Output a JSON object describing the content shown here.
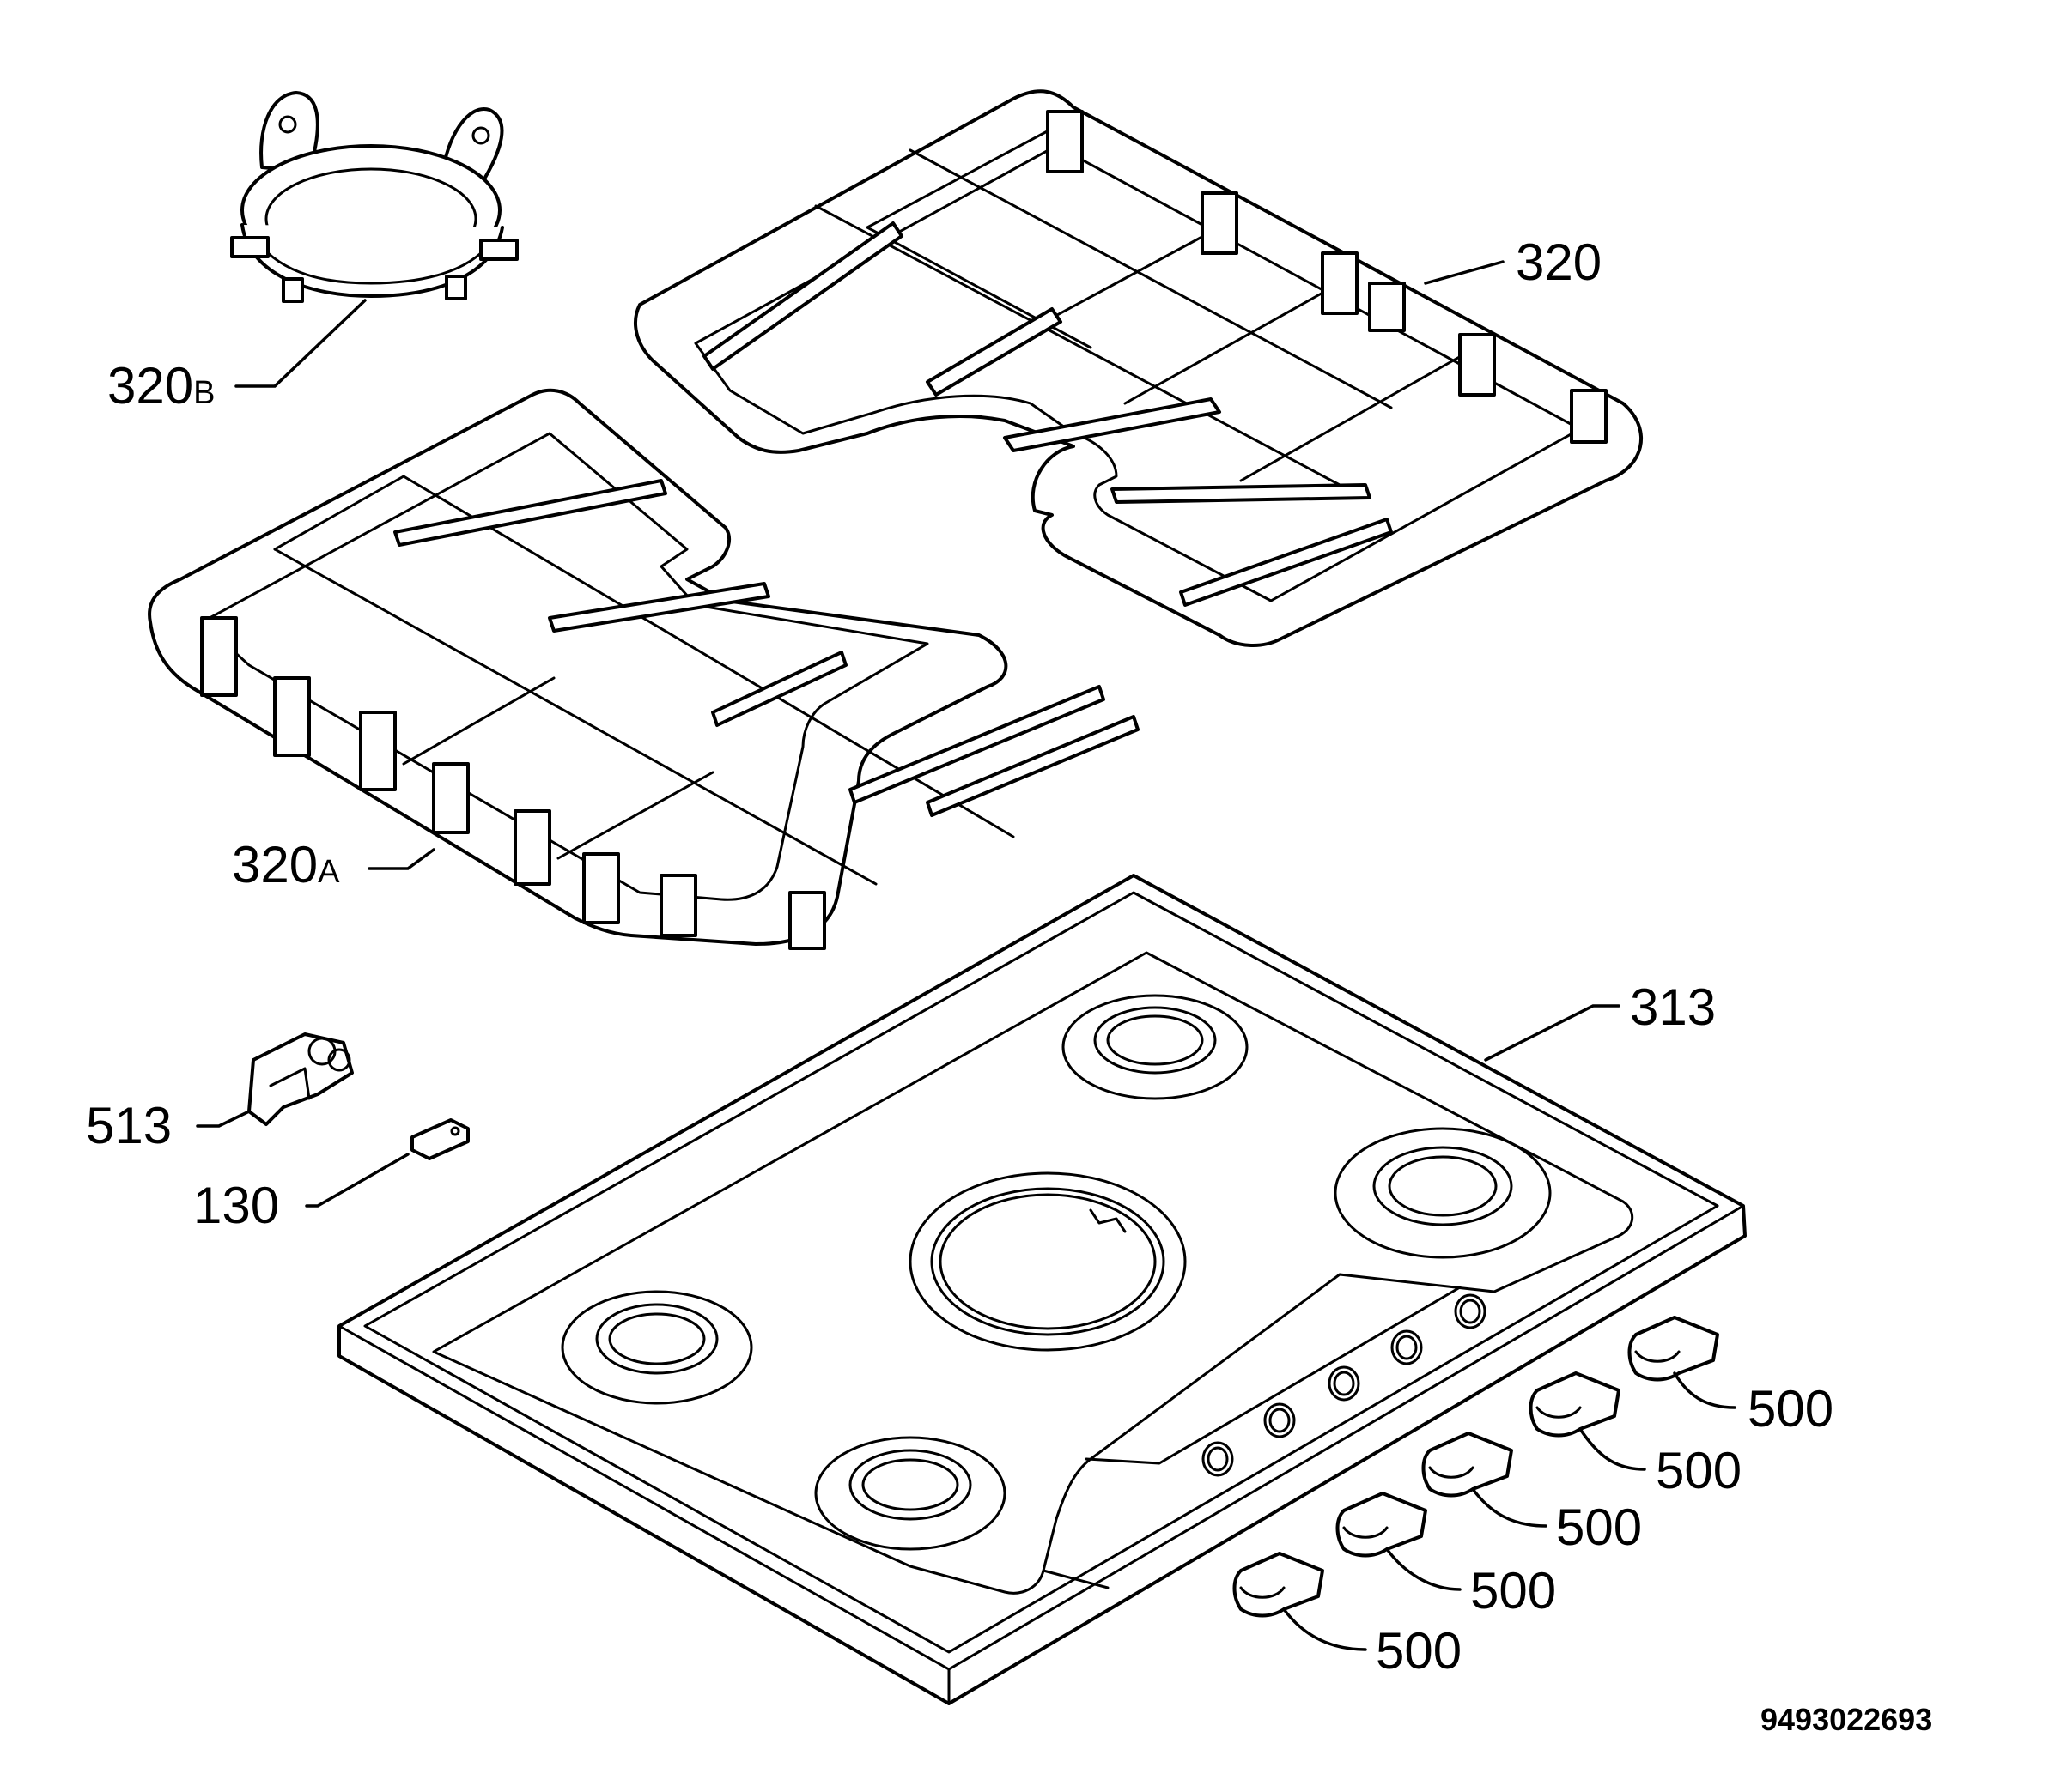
{
  "labels": {
    "grid_right": "320",
    "ring_main": "320",
    "ring_suffix": "B",
    "grid_left_main": "320",
    "grid_left_suffix": "A",
    "hob": "313",
    "clip": "513",
    "pad": "130",
    "knob_1": "500",
    "knob_2": "500",
    "knob_3": "500",
    "knob_4": "500",
    "knob_5": "500"
  },
  "document_number": "9493022693"
}
